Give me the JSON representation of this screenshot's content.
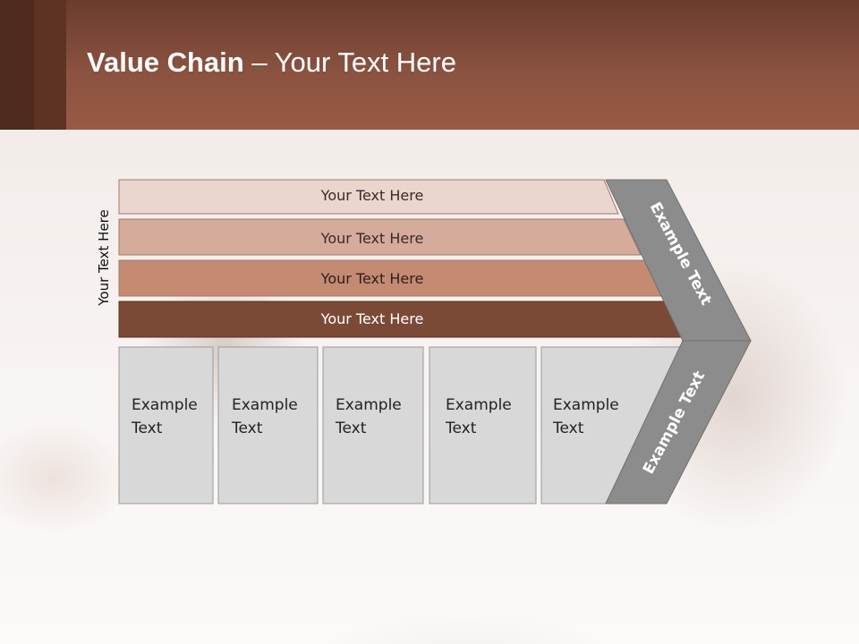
{
  "slide": {
    "title_bold": "Value Chain",
    "title_rest": " – Your Text Here"
  },
  "side_label": "Your Text Here",
  "bars": [
    {
      "label": "Your Text Here",
      "fill": "#ead6cf",
      "text_color": "#3a2a25"
    },
    {
      "label": "Your Text Here",
      "fill": "#d5ab9b",
      "text_color": "#3a2a25"
    },
    {
      "label": "Your Text Here",
      "fill": "#c48a72",
      "text_color": "#2e1f1a"
    },
    {
      "label": "Your Text Here",
      "fill": "#7b4a37",
      "text_color": "#ffffff"
    }
  ],
  "boxes": [
    {
      "line1": "Example",
      "line2": "Text"
    },
    {
      "line1": "Example",
      "line2": "Text"
    },
    {
      "line1": "Example",
      "line2": "Text"
    },
    {
      "line1": "Example",
      "line2": "Text"
    },
    {
      "line1": "Example",
      "line2": "Text"
    }
  ],
  "arrow": {
    "upper_text": "Example Text",
    "lower_text": "Example Text",
    "fill": "#8c8c8c"
  },
  "colors": {
    "header": "#8a5240",
    "box_fill": "#d8d8d8",
    "box_stroke": "#9a9a9a"
  }
}
